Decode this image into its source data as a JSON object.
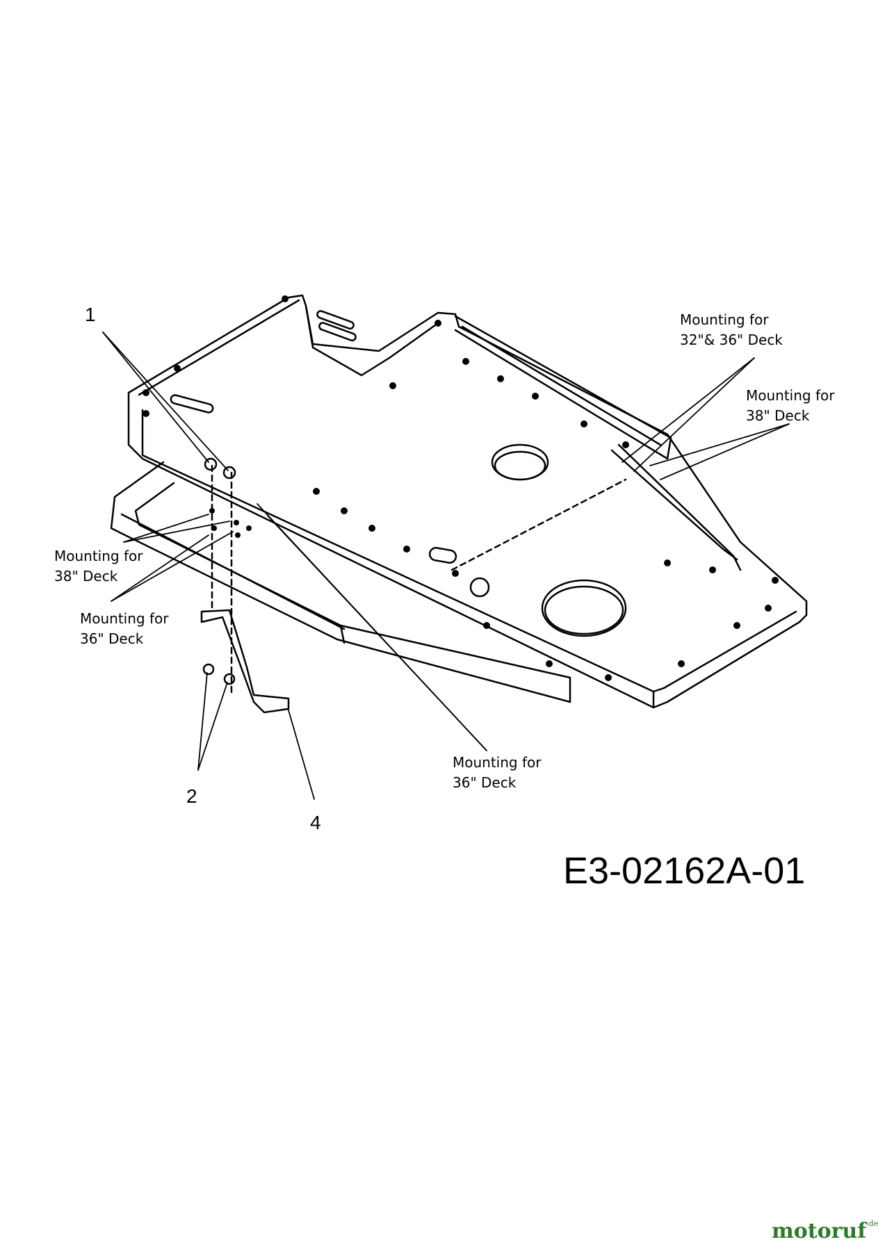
{
  "callouts": {
    "c1": "1",
    "c2": "2",
    "c4": "4"
  },
  "labels": {
    "mount_32_36_line1": "Mounting for",
    "mount_32_36_line2": "32\"& 36\" Deck",
    "mount_38_right_line1": "Mounting for",
    "mount_38_right_line2": "38\" Deck",
    "mount_38_left_line1": "Mounting for",
    "mount_38_left_line2": "38\" Deck",
    "mount_36_left_line1": "Mounting for",
    "mount_36_left_line2": "36\" Deck",
    "mount_36_bottom_line1": "Mounting for",
    "mount_36_bottom_line2": "36\" Deck"
  },
  "drawing_code": "E3-02162A-01",
  "brand": {
    "name": "motoruf",
    "suffix": ".de",
    "color": "#2f7a2a"
  }
}
